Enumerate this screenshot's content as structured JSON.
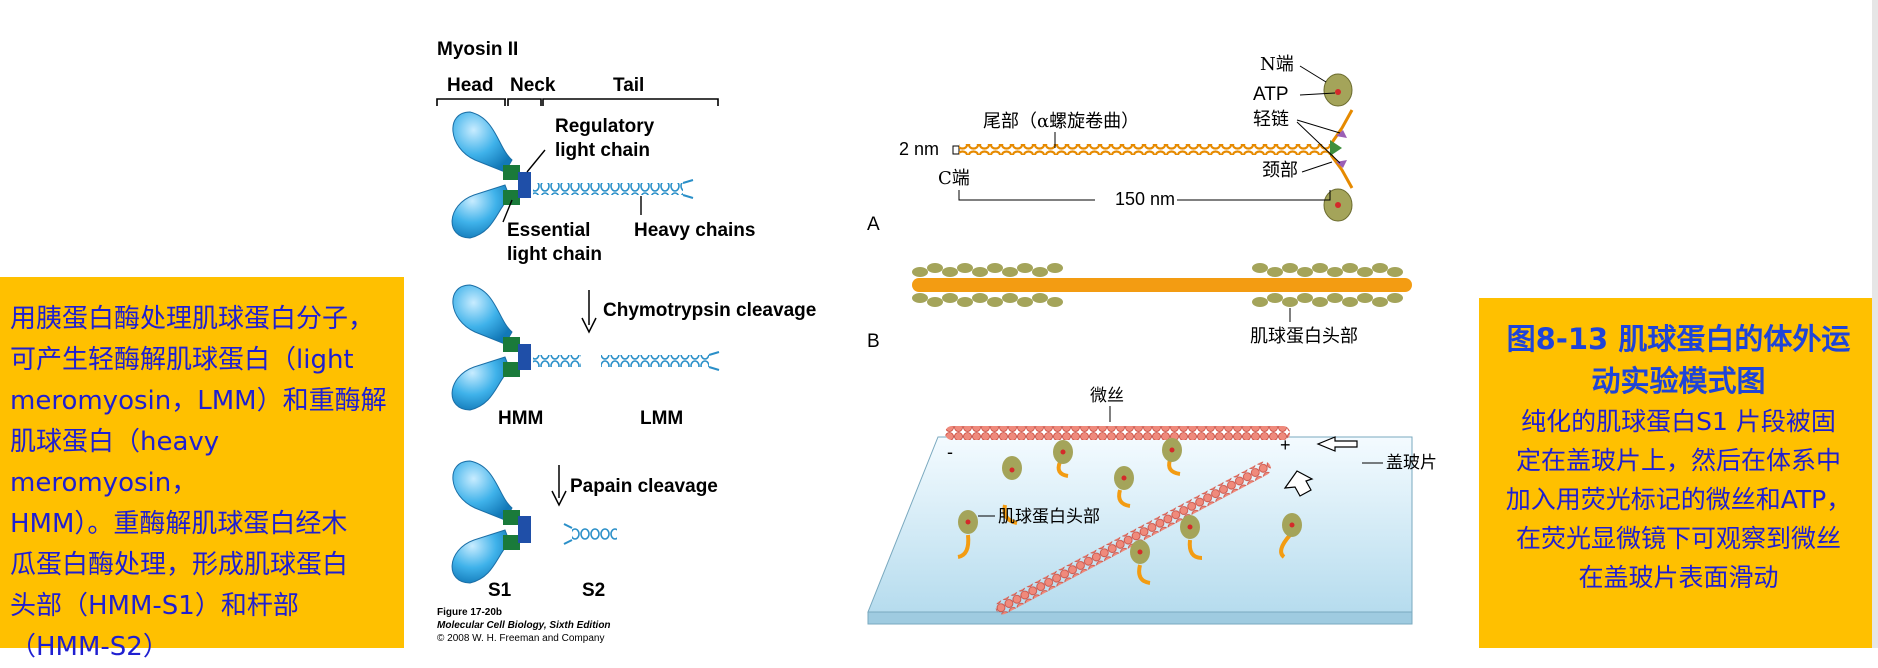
{
  "left_text": [
    "用胰蛋白酶处理肌球蛋白分子，",
    "可产生轻酶解肌球蛋白（light",
    "meromyosin，LMM）和重酶解",
    "肌球蛋白（heavy meromyosin，",
    "HMM）。重酶解肌球蛋白经木",
    "瓜蛋白酶处理，形成肌球蛋白",
    "头部（HMM-S1）和杆部",
    "（HMM-S2）"
  ],
  "myosin_figure": {
    "title": "Myosin II",
    "head": "Head",
    "neck": "Neck",
    "tail": "Tail",
    "regulatory_1": "Regulatory",
    "regulatory_2": "light chain",
    "essential_1": "Essential",
    "essential_2": "light chain",
    "heavy_chains": "Heavy chains",
    "chymotrypsin": "Chymotrypsin cleavage",
    "hmm": "HMM",
    "lmm": "LMM",
    "papain": "Papain cleavage",
    "s1": "S1",
    "s2": "S2",
    "caption_1": "Figure 17-20b",
    "caption_2": "Molecular Cell Biology, Sixth Edition",
    "caption_3": "© 2008 W. H. Freeman and Company"
  },
  "panel_a": {
    "letter": "A",
    "n_end": "N端",
    "atp": "ATP",
    "light_chain": "轻链",
    "tail": "尾部（α螺旋卷曲）",
    "width_2nm": "2 nm",
    "c_end": "C端",
    "neck": "颈部",
    "length": "150 nm"
  },
  "panel_b": {
    "letter": "B",
    "heads": "肌球蛋白头部"
  },
  "panel_c": {
    "filament": "微丝",
    "minus": "-",
    "plus": "+",
    "coverslip": "盖玻片",
    "heads": "肌球蛋白头部"
  },
  "right_box": {
    "title_1": "图8-13 肌球蛋白的体外运",
    "title_2": "动实验模式图",
    "body": [
      "纯化的肌球蛋白S1 片段被固",
      "定在盖玻片上，然后在体系中",
      "加入用荧光标记的微丝和ATP，",
      "在荧光显微镜下可观察到微丝",
      "在盖玻片表面滑动"
    ]
  },
  "colors": {
    "highlight_box": "#ffc000",
    "box_text": "#1f1fd1",
    "myosin_head": "#29a3e0",
    "light_chain_green": "#1a7a3a",
    "light_chain_blue": "#1f4fa8",
    "tail_orange": "#f39c12",
    "actin_red": "#e86b5f",
    "coverslip": "#bfe3f2"
  }
}
